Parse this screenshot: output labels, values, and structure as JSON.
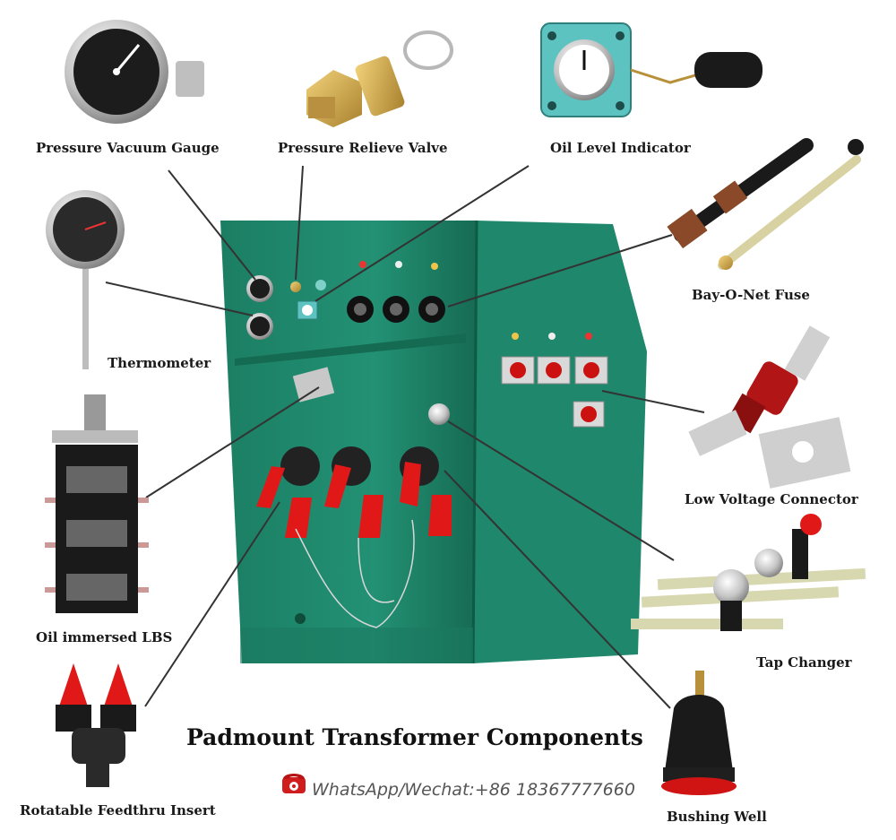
{
  "title": "Padmount Transformer Components",
  "contact": "WhatsApp/Wechat:+86 18367777660",
  "labels": {
    "pressure_vacuum_gauge": "Pressure Vacuum Gauge",
    "pressure_relieve_valve": "Pressure Relieve Valve",
    "oil_level_indicator": "Oil Level Indicator",
    "thermometer": "Thermometer",
    "bay_o_net_fuse": "Bay-O-Net Fuse",
    "oil_immersed_lbs": "Oil immersed LBS",
    "low_voltage_connector": "Low Voltage Connector",
    "tap_changer": "Tap Changer",
    "rotatable_feedthru_insert": "Rotatable Feedthru Insert",
    "bushing_well": "Bushing Well"
  },
  "colors": {
    "cabinet": "#1f8a6e",
    "cabinet_dark": "#15664f",
    "bushing_red": "#e01818",
    "leader_line": "#333333",
    "gauge_face": "#1c1c1c",
    "brass": "#c9a24a",
    "oil_indicator_body": "#5cc3c0"
  },
  "icons": {
    "phone": "telephone-icon"
  }
}
